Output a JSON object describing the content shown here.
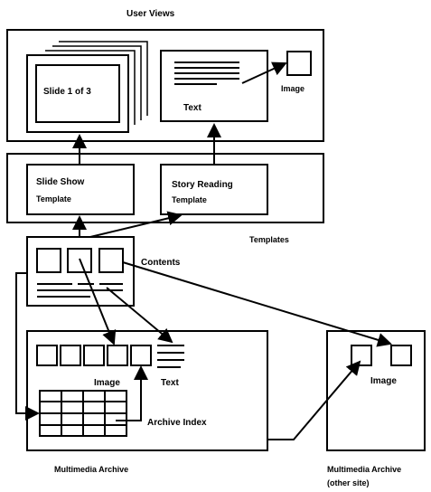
{
  "labels": {
    "user_views": "User Views",
    "slide_counter": "Slide 1 of 3",
    "text_view": "Text",
    "image_view": "Image",
    "slide_show_title": "Slide Show",
    "slide_show_sub": "Template",
    "story_title": "Story Reading",
    "story_sub": "Template",
    "templates": "Templates",
    "contents": "Contents",
    "archive_image": "Image",
    "archive_text": "Text",
    "archive_index": "Archive Index",
    "multimedia_archive": "Multimedia Archive",
    "other_image": "Image",
    "other_archive": "Multimedia Archive",
    "other_site": "(other site)"
  }
}
